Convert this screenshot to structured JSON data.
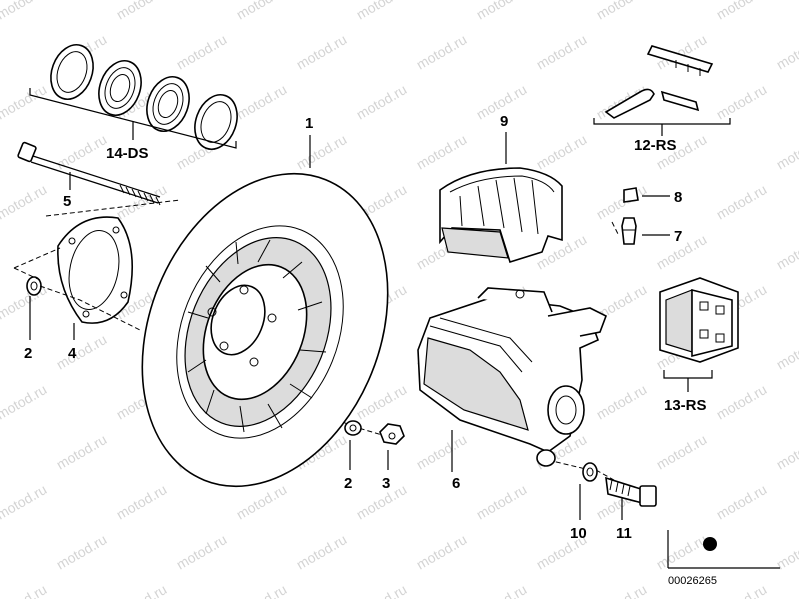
{
  "watermark": "motod.ru",
  "reference_number": "00026265",
  "labels": {
    "p1": "1",
    "p2a": "2",
    "p2b": "2",
    "p3": "3",
    "p4": "4",
    "p5": "5",
    "p6": "6",
    "p7": "7",
    "p8": "8",
    "p9": "9",
    "p10": "10",
    "p11": "11",
    "p12": "12-RS",
    "p13": "13-RS",
    "p14": "14-DS"
  }
}
